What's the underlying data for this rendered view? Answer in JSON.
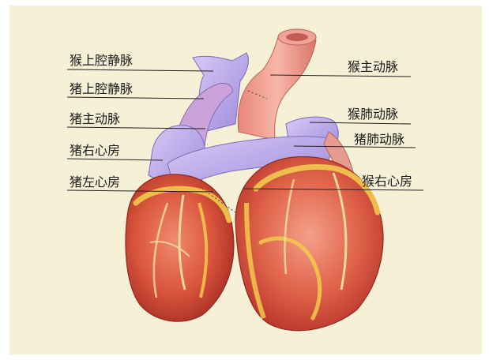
{
  "labels_left": [
    {
      "id": "monkey-svc",
      "text": "猴上腔静脉"
    },
    {
      "id": "pig-svc",
      "text": "猪上腔静脉"
    },
    {
      "id": "pig-aorta",
      "text": "猪主动脉"
    },
    {
      "id": "pig-ra",
      "text": "猪右心房"
    },
    {
      "id": "pig-la",
      "text": "猪左心房"
    }
  ],
  "labels_right": [
    {
      "id": "monkey-aorta",
      "text": "猴主动脉"
    },
    {
      "id": "monkey-pa",
      "text": "猴肺动脉"
    },
    {
      "id": "pig-pa",
      "text": "猪肺动脉"
    },
    {
      "id": "monkey-ra",
      "text": "猴右心房"
    }
  ],
  "colors": {
    "background": "#f6f0d7",
    "myocardium": "#d9553b",
    "fat": "#f2c94c",
    "vein": "#b9a6ec",
    "aorta": "#ee9a8c",
    "leader_line": "#222222"
  }
}
